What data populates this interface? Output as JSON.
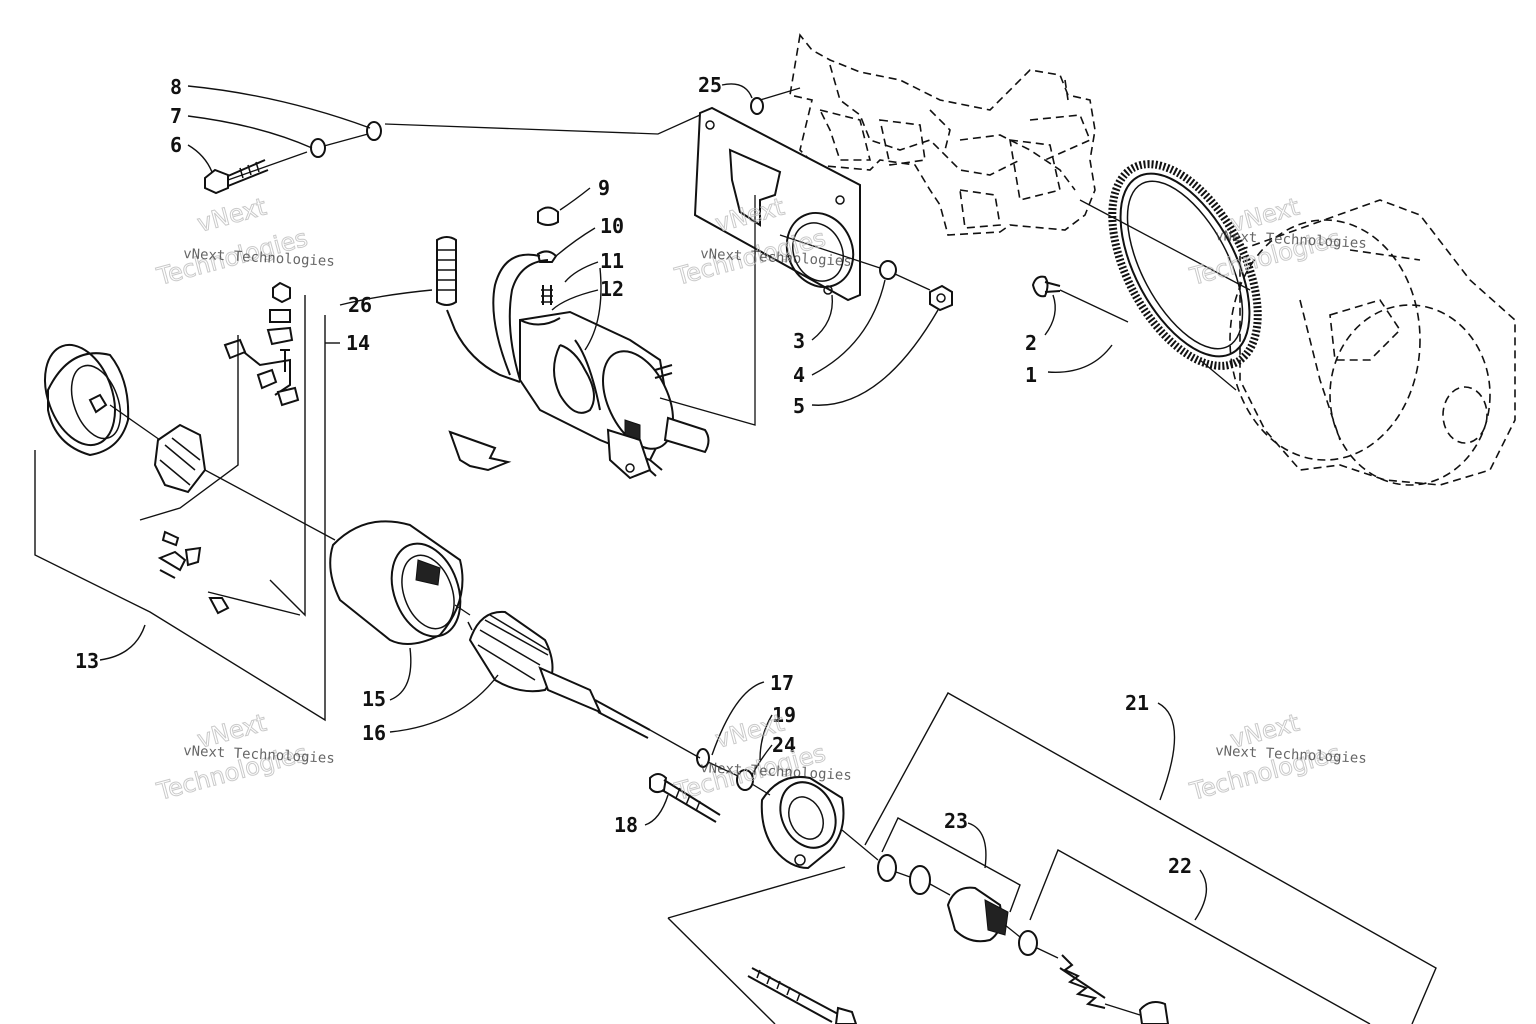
{
  "callouts": [
    {
      "id": "c1",
      "label": "1"
    },
    {
      "id": "c2",
      "label": "2"
    },
    {
      "id": "c3",
      "label": "3"
    },
    {
      "id": "c4",
      "label": "4"
    },
    {
      "id": "c5",
      "label": "5"
    },
    {
      "id": "c6",
      "label": "6"
    },
    {
      "id": "c7",
      "label": "7"
    },
    {
      "id": "c8",
      "label": "8"
    },
    {
      "id": "c9",
      "label": "9"
    },
    {
      "id": "c10",
      "label": "10"
    },
    {
      "id": "c11",
      "label": "11"
    },
    {
      "id": "c12",
      "label": "12"
    },
    {
      "id": "c13",
      "label": "13"
    },
    {
      "id": "c14",
      "label": "14"
    },
    {
      "id": "c15",
      "label": "15"
    },
    {
      "id": "c16",
      "label": "16"
    },
    {
      "id": "c17",
      "label": "17"
    },
    {
      "id": "c18",
      "label": "18"
    },
    {
      "id": "c19",
      "label": "19"
    },
    {
      "id": "c21",
      "label": "21"
    },
    {
      "id": "c22",
      "label": "22"
    },
    {
      "id": "c23",
      "label": "23"
    },
    {
      "id": "c24",
      "label": "24"
    },
    {
      "id": "c25",
      "label": "25"
    },
    {
      "id": "c26",
      "label": "26"
    }
  ],
  "watermark": {
    "line_small": "vNext Technologies",
    "big_word_1": "vNext",
    "big_word_2": "Technologies"
  }
}
